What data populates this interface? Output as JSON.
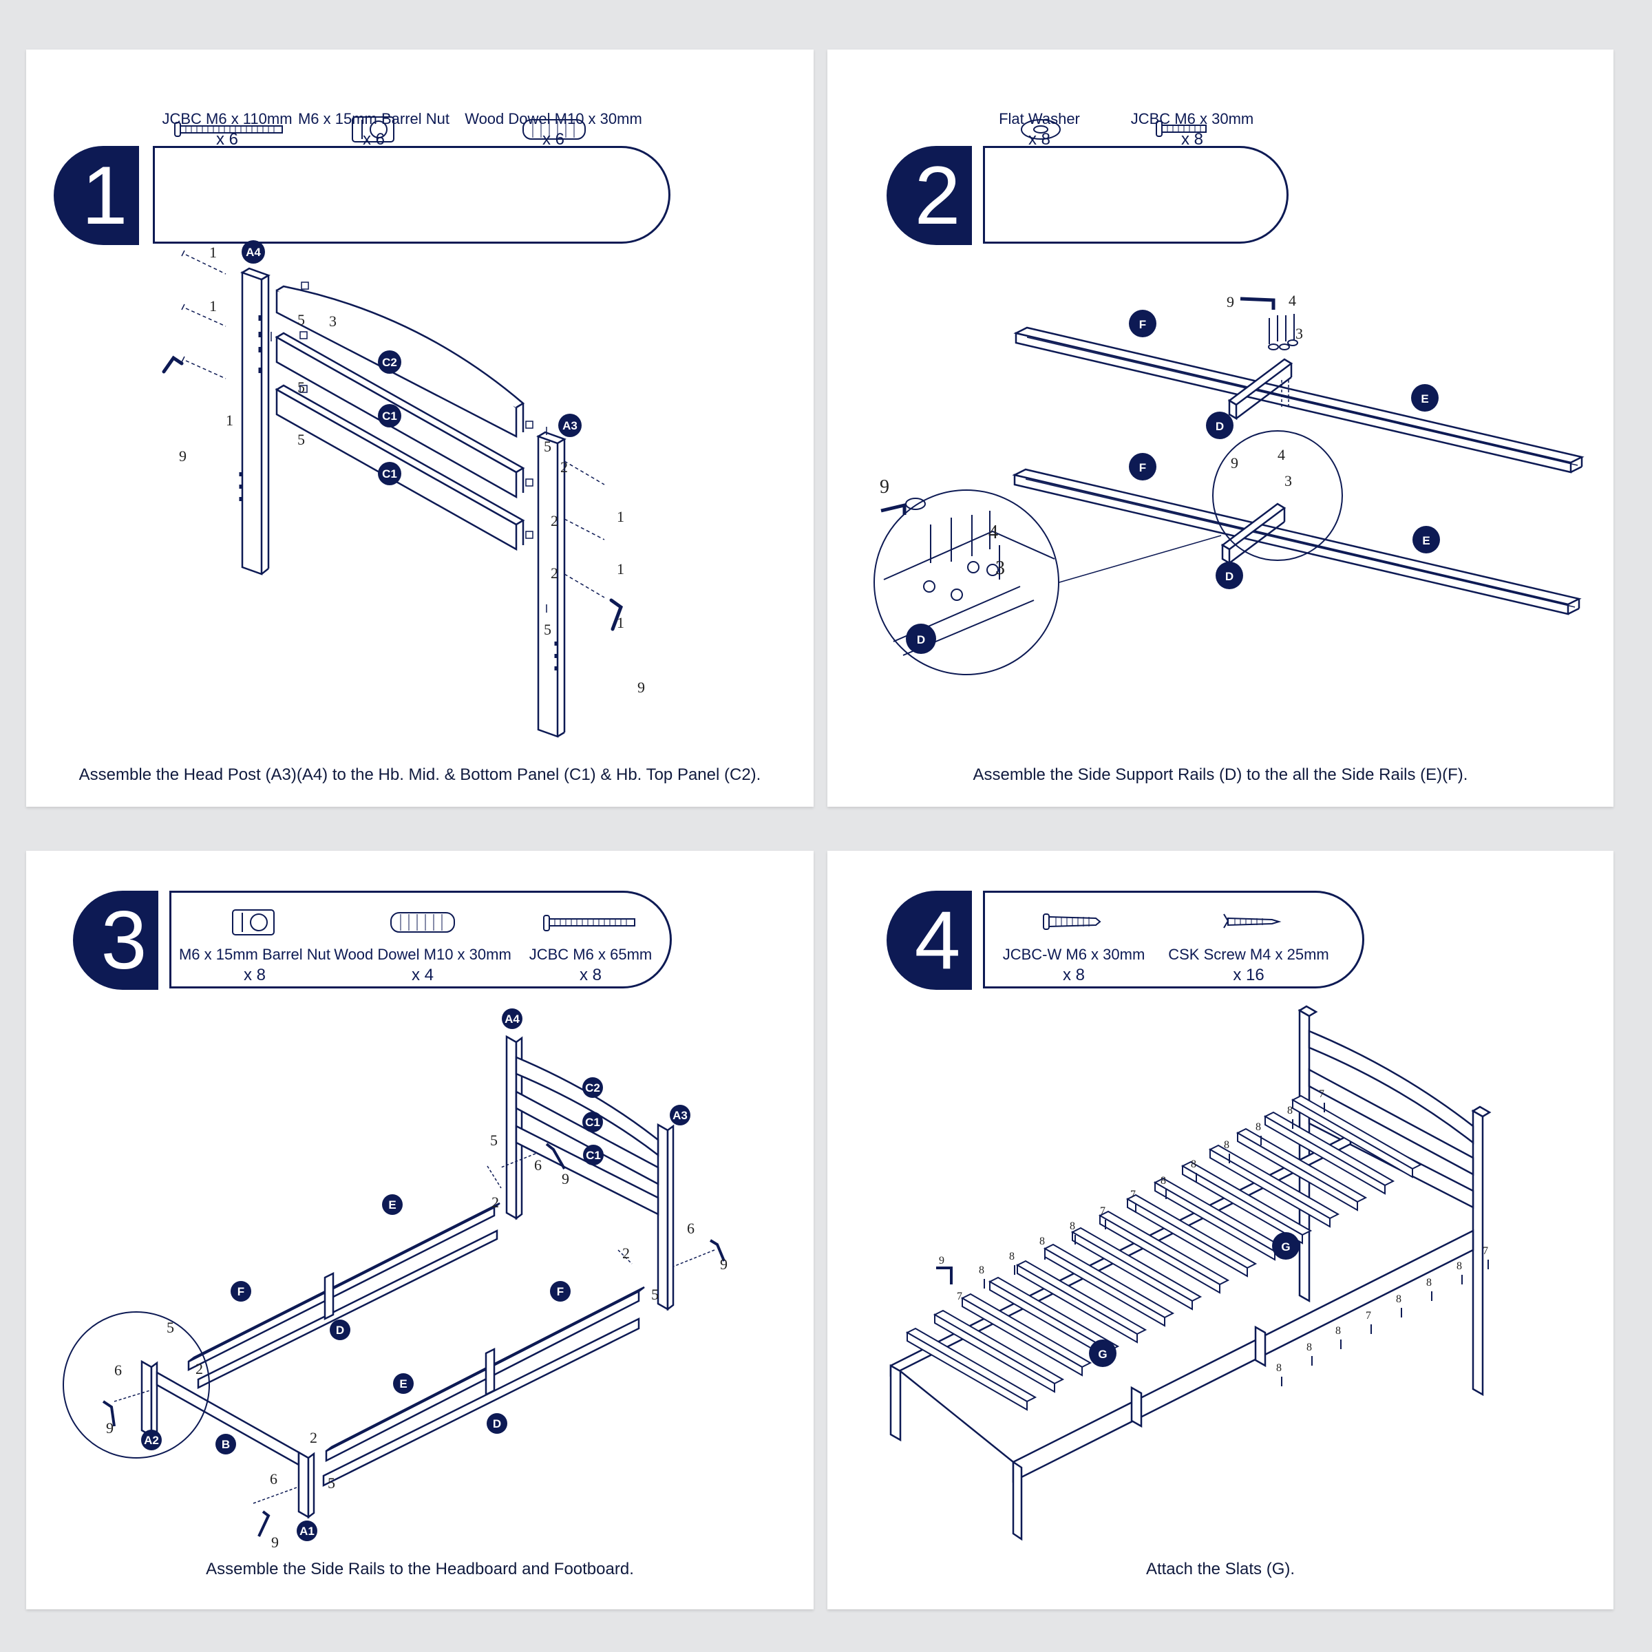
{
  "colors": {
    "navy": "#0d1a54",
    "background": "#e4e5e7",
    "panel": "#ffffff"
  },
  "steps": [
    {
      "number": "1",
      "hardware": [
        {
          "name": "JCBC M6 x 110mm",
          "qty": "x 6",
          "icon": "long-bolt-icon"
        },
        {
          "name": "M6 x 15mm Barrel Nut",
          "qty": "x 6",
          "icon": "barrel-nut-icon"
        },
        {
          "name": "Wood Dowel M10 x 30mm",
          "qty": "x 6",
          "icon": "wood-dowel-icon"
        }
      ],
      "caption": "Assemble the Head Post (A3)(A4) to the Hb. Mid. & Bottom Panel (C1) & Hb. Top Panel (C2).",
      "labels": {
        "a4": "A4",
        "a3": "A3",
        "c2": "C2",
        "c1": "C1"
      }
    },
    {
      "number": "2",
      "hardware": [
        {
          "name": "Flat Washer",
          "qty": "x 8",
          "icon": "flat-washer-icon"
        },
        {
          "name": "JCBC M6 x 30mm",
          "qty": "x 8",
          "icon": "short-bolt-icon"
        }
      ],
      "caption": "Assemble the Side Support Rails (D) to the all the Side Rails (E)(F).",
      "labels": {
        "f": "F",
        "e": "E",
        "d": "D"
      }
    },
    {
      "number": "3",
      "hardware": [
        {
          "name": "M6 x 15mm Barrel Nut",
          "qty": "x 8",
          "icon": "barrel-nut-icon"
        },
        {
          "name": "Wood Dowel M10 x 30mm",
          "qty": "x 4",
          "icon": "wood-dowel-icon"
        },
        {
          "name": "JCBC M6 x 65mm",
          "qty": "x 8",
          "icon": "medium-bolt-icon"
        }
      ],
      "caption": "Assemble the Side Rails to the Headboard and Footboard.",
      "labels": {
        "a4": "A4",
        "a3": "A3",
        "a2": "A2",
        "a1": "A1",
        "b": "B",
        "c2": "C2",
        "c1": "C1",
        "d": "D",
        "e": "E",
        "f": "F"
      }
    },
    {
      "number": "4",
      "hardware": [
        {
          "name": "JCBC-W M6 x 30mm",
          "qty": "x 8",
          "icon": "wood-bolt-icon"
        },
        {
          "name": "CSK Screw M4 x 25mm",
          "qty": "x 16",
          "icon": "csk-screw-icon"
        }
      ],
      "caption": "Attach the Slats (G).",
      "labels": {
        "g": "G"
      }
    }
  ],
  "part_numbers": {
    "p1": "1",
    "p2": "2",
    "p3": "3",
    "p4": "4",
    "p5": "5",
    "p6": "6",
    "p7": "7",
    "p8": "8",
    "p9": "9"
  }
}
